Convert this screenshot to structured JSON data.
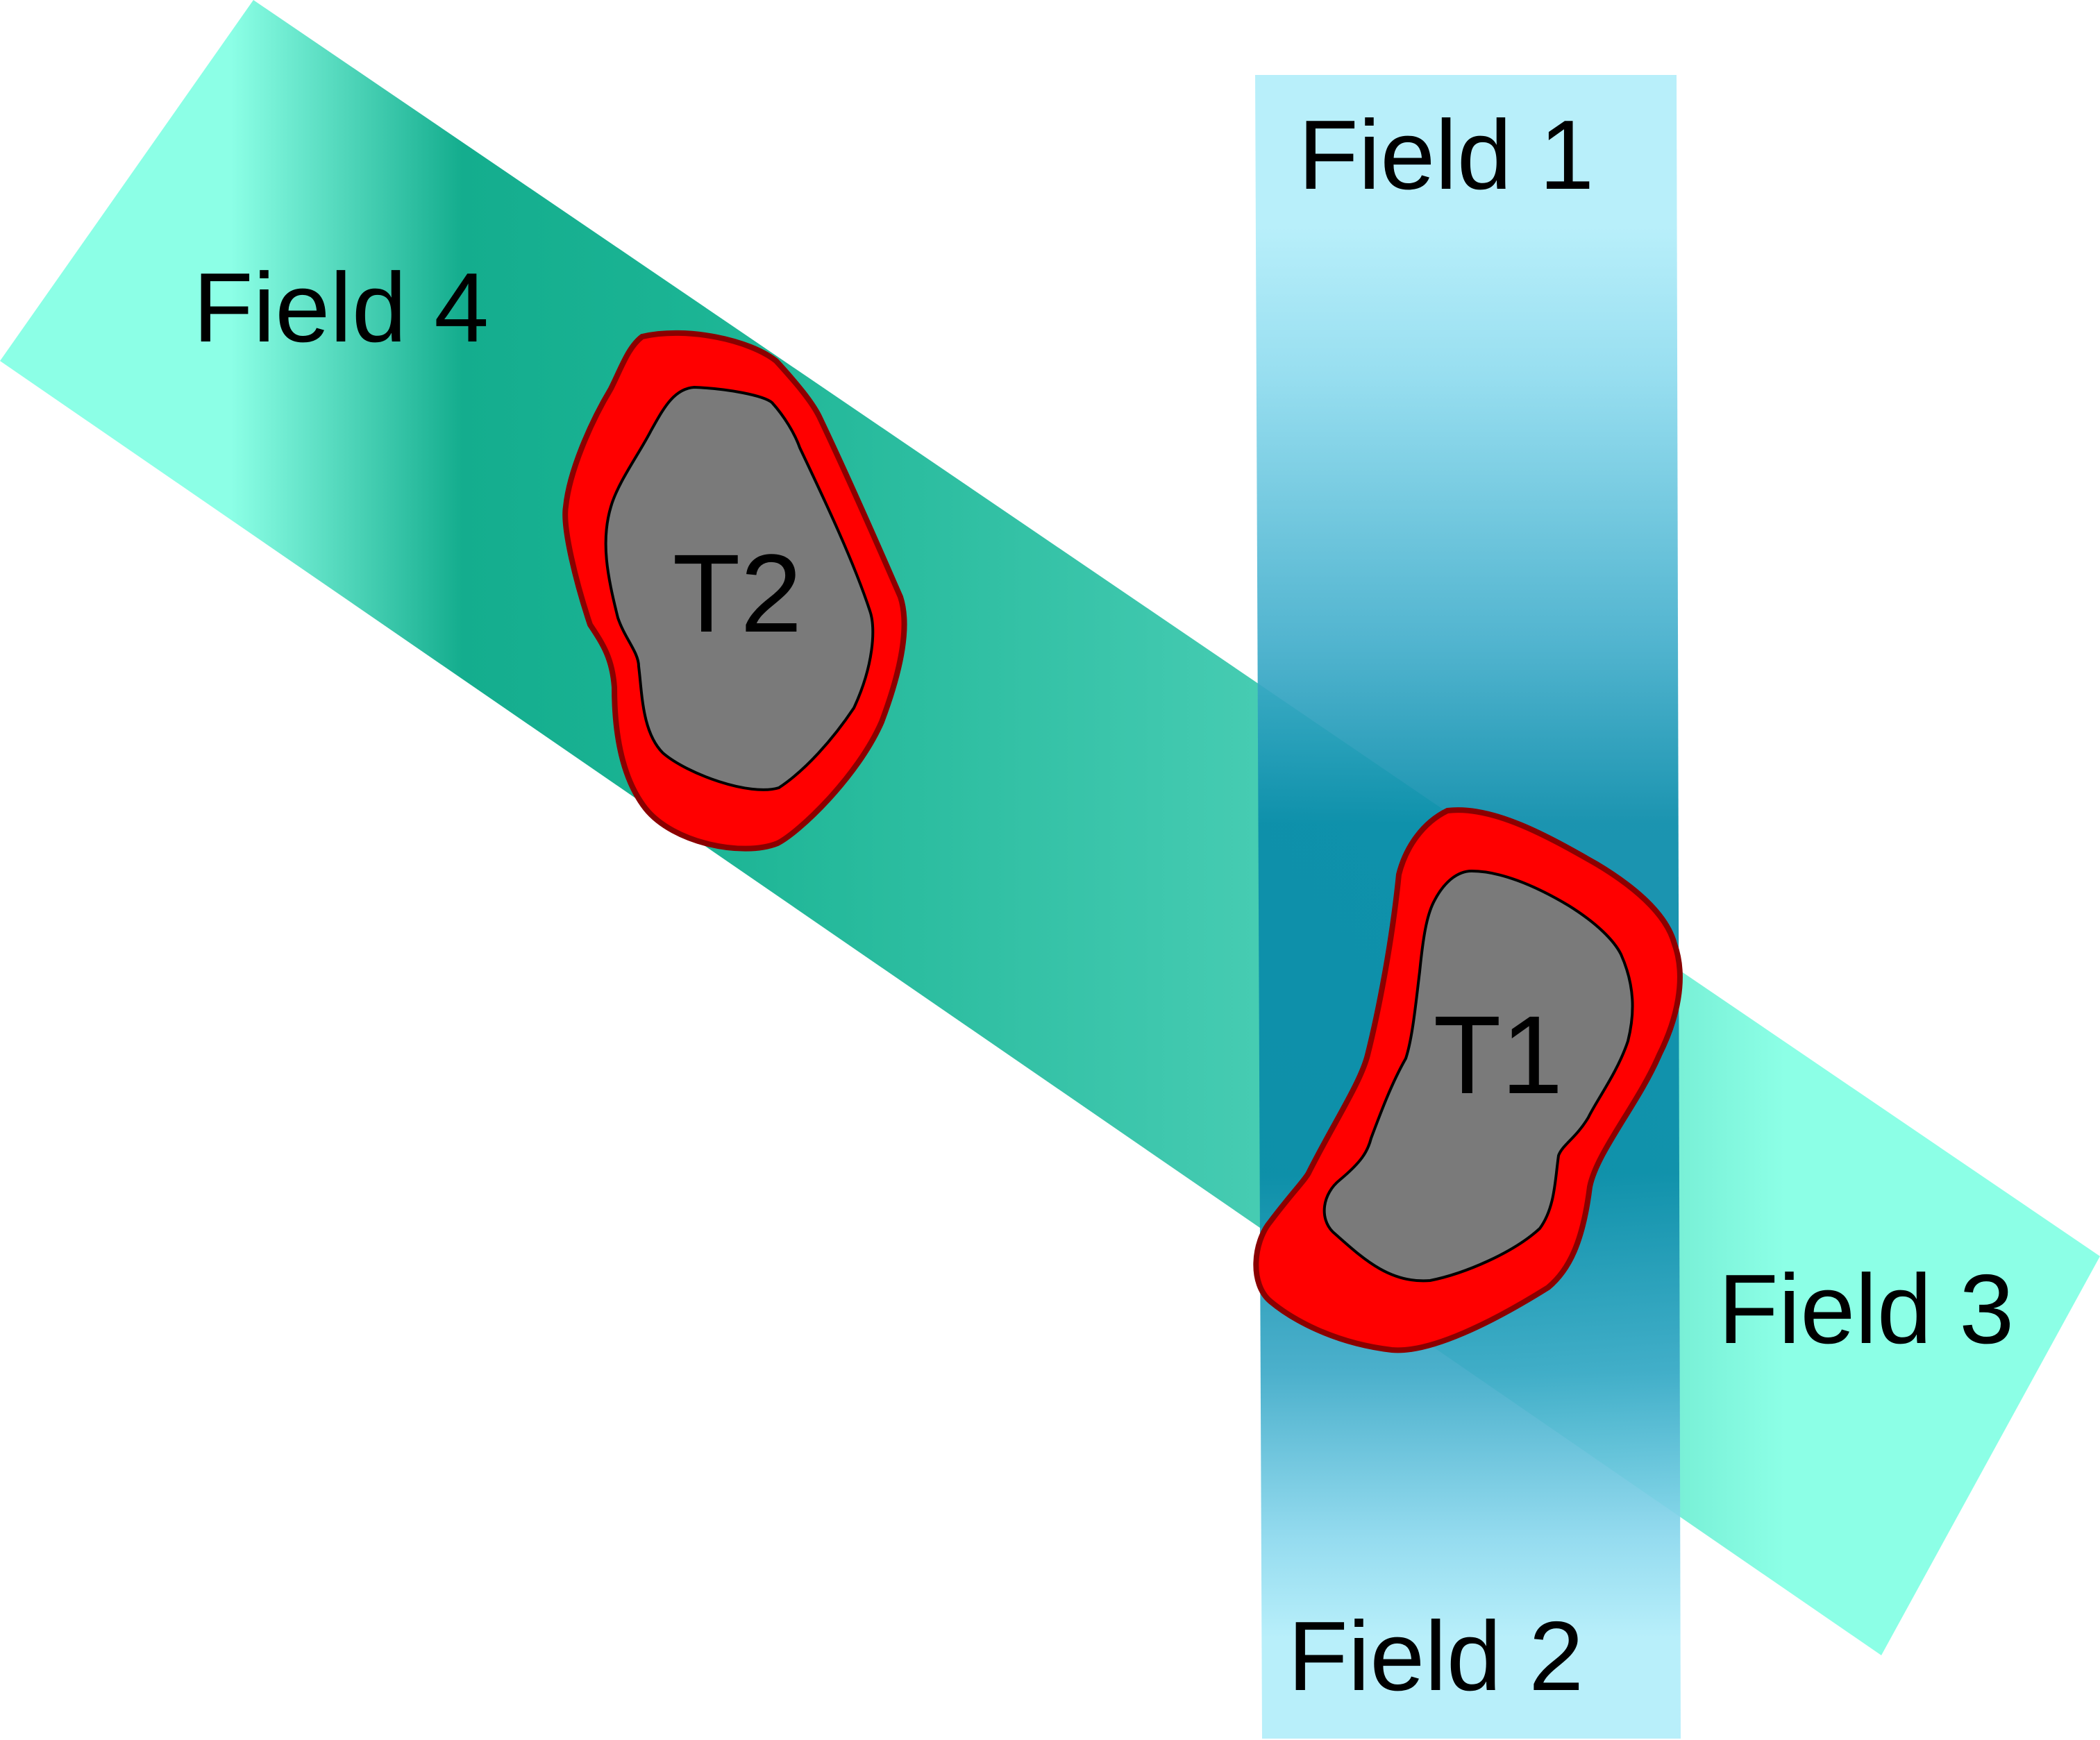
{
  "fields": [
    {
      "id": "field-1",
      "label": "Field 1",
      "color": "#B3EEFA"
    },
    {
      "id": "field-2",
      "label": "Field 2",
      "color": "#B3EEFA"
    },
    {
      "id": "field-3",
      "label": "Field 3",
      "color": "#8CFFE6"
    },
    {
      "id": "field-4",
      "label": "Field 4",
      "color": "#8CFFE6"
    }
  ],
  "tumors": [
    {
      "id": "t1",
      "label": "T1"
    },
    {
      "id": "t2",
      "label": "T2"
    }
  ],
  "colors": {
    "vertical_beam_light": "#B3EEFA",
    "vertical_beam_dark": "#078BA8",
    "diagonal_beam_light": "#8CFFE6",
    "diagonal_beam_dark": "#14B090",
    "margin_fill": "#FF0000",
    "margin_stroke": "#8B0000",
    "tumor_fill": "#7A7A7A",
    "tumor_stroke": "#000000"
  }
}
